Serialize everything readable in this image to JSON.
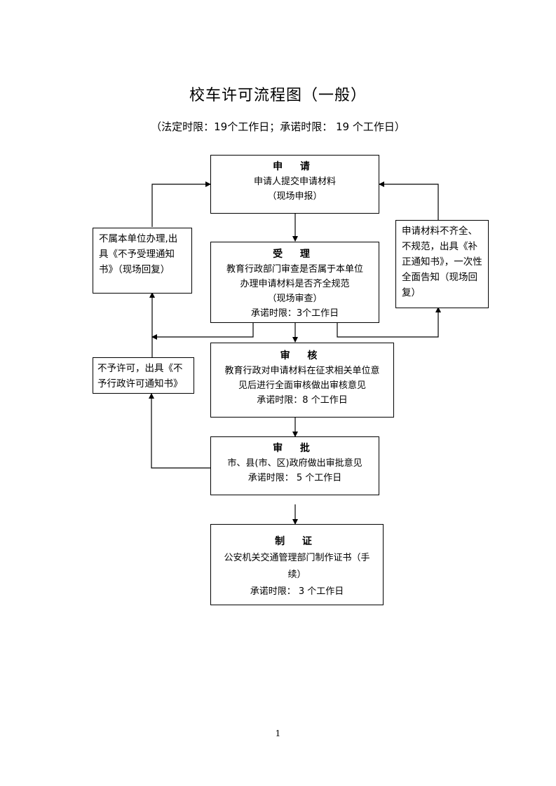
{
  "title": "校车许可流程图（一般）",
  "subtitle": "（法定时限：19个工作日；承诺时限： 19 个工作日）",
  "steps": {
    "apply": {
      "heading": "申 请",
      "lines": [
        "申请人提交申请材料",
        "（现场申报）"
      ]
    },
    "accept": {
      "heading": "受 理",
      "lines": [
        "教育行政部门审查是否属于本单位",
        "办理申请材料是否齐全规范",
        "（现场审查）",
        "承诺时限：3个工作日"
      ]
    },
    "review": {
      "heading": "审 核",
      "lines": [
        "教育行政对申请材料在征求相关单位意",
        "见后进行全面审核做出审核意见",
        "承诺时限：8 个工作日"
      ]
    },
    "approve": {
      "heading": "审 批",
      "lines": [
        "市、县(市、区)政府做出审批意见",
        "承诺时限： 5 个工作日"
      ]
    },
    "certify": {
      "heading": "制 证",
      "lines": [
        "公安机关交通管理部门制作证书（手",
        "续）",
        "承诺时限： 3 个工作日"
      ]
    }
  },
  "side_notes": {
    "not_accepted": "不属本单位办理,出具《不予受理通知书》（现场回复）",
    "incomplete": "申请材料不齐全、不规范，出具《补正通知书》，一次性全面告知（现场回复）",
    "not_permitted": "不予许可，出具《不予行政许可通知书》"
  },
  "page_number": "1"
}
